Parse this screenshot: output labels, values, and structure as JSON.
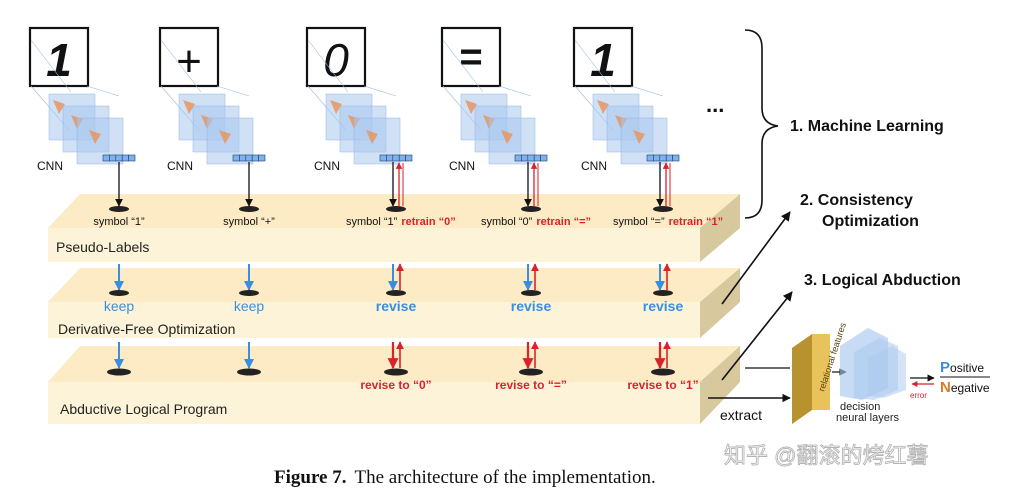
{
  "digits": [
    {
      "glyph": "1",
      "cnn_label": "CNN",
      "symbol_text": "symbol “1”",
      "retrain_text": "",
      "dfo_text": "keep",
      "dfo_revise": false,
      "abl_text": "",
      "abl_revise": false
    },
    {
      "glyph": "+",
      "cnn_label": "CNN",
      "symbol_text": "symbol “+”",
      "retrain_text": "",
      "dfo_text": "keep",
      "dfo_revise": false,
      "abl_text": "",
      "abl_revise": false
    },
    {
      "glyph": "0",
      "cnn_label": "CNN",
      "symbol_text": "symbol “1”",
      "retrain_text": "retrain “0”",
      "dfo_text": "revise",
      "dfo_revise": true,
      "abl_text": "revise to “0”",
      "abl_revise": true
    },
    {
      "glyph": "=",
      "cnn_label": "CNN",
      "symbol_text": "symbol “0”",
      "retrain_text": "retrain “=”",
      "dfo_text": "revise",
      "dfo_revise": true,
      "abl_text": "revise to “=”",
      "abl_revise": true
    },
    {
      "glyph": "1",
      "cnn_label": "CNN",
      "symbol_text": "symbol “=”",
      "retrain_text": "retrain “1”",
      "dfo_text": "revise",
      "dfo_revise": true,
      "abl_text": "revise to “1”",
      "abl_revise": true
    }
  ],
  "ellipsis": "...",
  "layers": {
    "pseudo_labels": "Pseudo-Labels",
    "derivative_free": "Derivative-Free Optimization",
    "abductive": "Abductive Logical Program"
  },
  "stages": {
    "machine_learning": "1. Machine Learning",
    "consistency_line1": "2. Consistency",
    "consistency_line2": "Optimization",
    "logical_abduction": "3. Logical Abduction"
  },
  "extract_label": "extract",
  "relational_features": "relational features",
  "decision_layers_line1": "decision",
  "decision_layers_line2": "neural layers",
  "positive_initial": "P",
  "positive_rest": "ositive",
  "negative_initial": "N",
  "negative_rest": "egative",
  "error_label": "error",
  "caption_prefix": "Figure 7.",
  "caption_text": "The architecture of the implementation.",
  "watermark": "知乎 @翻滚的烤红薯",
  "colors": {
    "blue": "#3a8ee0",
    "red": "#d9222c",
    "layer_top": "#fcebc5",
    "layer_front": "#fdf3d8",
    "layer_side": "#d8c89e",
    "cnn_blue": "#a9c8ee",
    "cnn_orange": "#e8955f",
    "feature_yellow": "#e8c25a"
  }
}
